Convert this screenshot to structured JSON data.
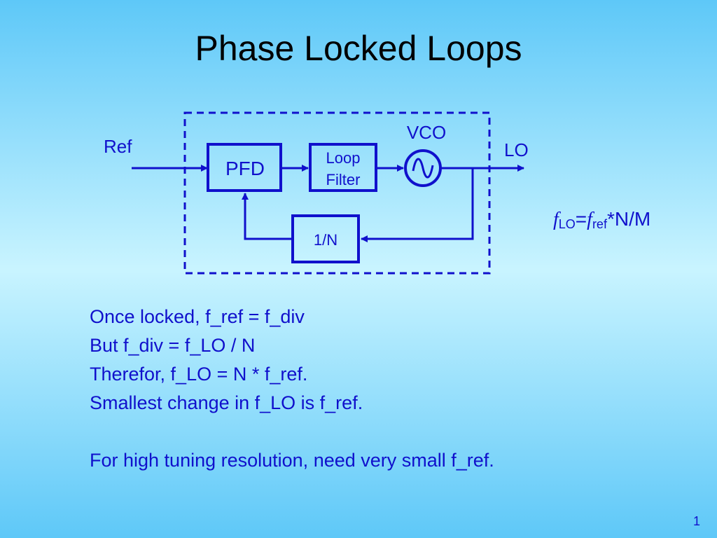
{
  "slide": {
    "title": "Phase Locked Loops",
    "page_number": "1"
  },
  "diagram": {
    "input_label": "Ref",
    "output_label": "LO",
    "blocks": {
      "pfd": "PFD",
      "loop_filter_line1": "Loop",
      "loop_filter_line2": "Filter",
      "vco": "VCO",
      "divider": "1/N"
    },
    "formula": {
      "f1": "f",
      "sub1": "LO",
      "eq": "=",
      "f2": "f",
      "sub2": "ref",
      "rest": "*N/M"
    }
  },
  "body_lines": [
    "Once locked, f_ref = f_div",
    "But f_div = f_LO / N",
    "Therefor, f_LO = N * f_ref.",
    "Smallest change in f_LO is f_ref.",
    "",
    "For high tuning resolution, need very small f_ref."
  ],
  "colors": {
    "accent": "#1010cc",
    "title": "#000000"
  }
}
